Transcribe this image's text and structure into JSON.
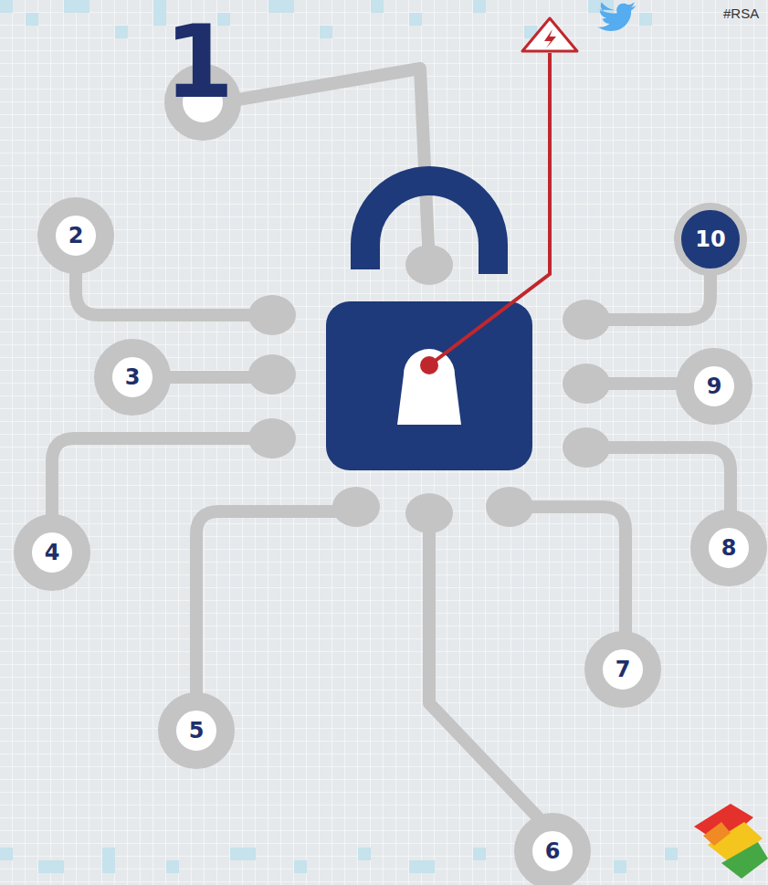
{
  "diagram": {
    "nodes": [
      {
        "text": [
          "1"
        ]
      },
      {
        "text": [
          "2"
        ]
      },
      {
        "text": [
          "3"
        ]
      },
      {
        "text": [
          "4"
        ]
      },
      {
        "text": [
          "5"
        ]
      },
      {
        "text": [
          "6"
        ]
      },
      {
        "text": [
          "7"
        ]
      },
      {
        "text": [
          "8"
        ]
      },
      {
        "text": [
          "9"
        ]
      },
      {
        "text": [
          "10"
        ]
      }
    ],
    "labels": [
      "#RSA"
    ]
  }
}
